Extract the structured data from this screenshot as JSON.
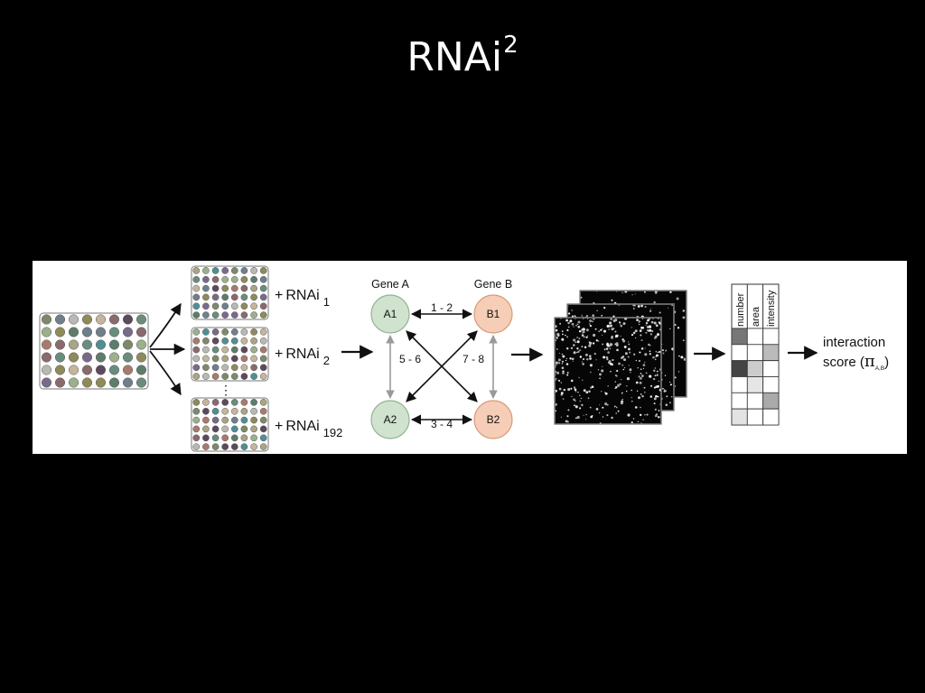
{
  "slide": {
    "title_main": "RNAi",
    "title_sup": "2"
  },
  "figure": {
    "rnai_labels": [
      {
        "prefix": "+",
        "text": "RNAi",
        "sub": "1"
      },
      {
        "prefix": "+",
        "text": "RNAi",
        "sub": "2"
      },
      {
        "prefix": "+",
        "text": "RNAi",
        "sub": "192"
      }
    ],
    "ellipsis": "⋮",
    "gene_a_label": "Gene A",
    "gene_b_label": "Gene B",
    "nodes": {
      "a1": "A1",
      "a2": "A2",
      "b1": "B1",
      "b2": "B2"
    },
    "edge_labels": {
      "top": "1 - 2",
      "bottom": "3 - 4",
      "left": "5 - 6",
      "right": "7 - 8"
    },
    "feature_headers": [
      "number",
      "area",
      "intensity"
    ],
    "score_line1": "interaction",
    "score_line2_prefix": "score (",
    "score_pi": "π",
    "score_sub": "A,B",
    "score_suffix": ")",
    "colors": {
      "node_a_fill": "#cfe3cf",
      "node_a_stroke": "#8fb58f",
      "node_b_fill": "#f6cdb6",
      "node_b_stroke": "#d89a78",
      "grey_arrow": "#9a9a9a"
    },
    "well_palette": [
      "#7c8a6a",
      "#8a6a6e",
      "#a9a483",
      "#6f7f8c",
      "#5c4a5c",
      "#9bb08b",
      "#b9b9b4",
      "#6a8c7e",
      "#4f8f94",
      "#8e8a5a",
      "#a87a6e",
      "#7a6a8a",
      "#c4b59b",
      "#5d7d6a"
    ],
    "cell_shading": [
      [
        "#777777",
        "#ffffff",
        "#ffffff"
      ],
      [
        "#ffffff",
        "#ffffff",
        "#bbbbbb"
      ],
      [
        "#444444",
        "#cccccc",
        "#ffffff"
      ],
      [
        "#ffffff",
        "#e6e6e6",
        "#ffffff"
      ],
      [
        "#ffffff",
        "#ffffff",
        "#aaaaaa"
      ],
      [
        "#e3e3e3",
        "#ffffff",
        "#ffffff"
      ]
    ]
  }
}
